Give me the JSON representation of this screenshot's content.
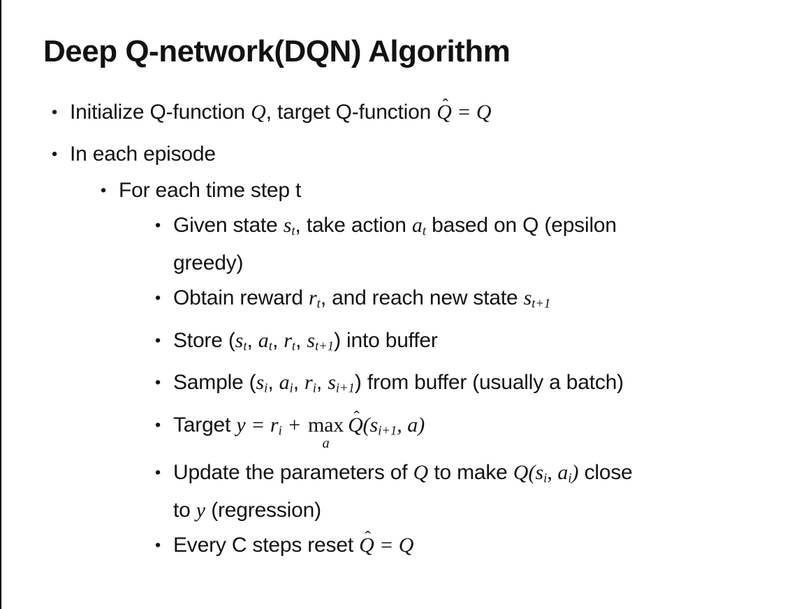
{
  "slide": {
    "title": "Deep Q-network(DQN) Algorithm",
    "bullet_char": "•",
    "hat_char": "ˆ",
    "bullets": [
      {
        "level": 1,
        "spacing": "lg",
        "segments": [
          {
            "k": "t",
            "v": "Initialize Q-function "
          },
          {
            "k": "m",
            "v": "Q"
          },
          {
            "k": "t",
            "v": ", target Q-function "
          },
          {
            "k": "hat",
            "v": "Q"
          },
          {
            "k": "m",
            "v": " = Q"
          }
        ]
      },
      {
        "level": 1,
        "spacing": "default",
        "segments": [
          {
            "k": "t",
            "v": "In each episode"
          }
        ]
      },
      {
        "level": 2,
        "spacing": "sm",
        "segments": [
          {
            "k": "t",
            "v": "For each time step t"
          }
        ]
      },
      {
        "level": 3,
        "spacing": "sm",
        "segments": [
          {
            "k": "t",
            "v": "Given state "
          },
          {
            "k": "m",
            "v": "s"
          },
          {
            "k": "sub",
            "v": "t"
          },
          {
            "k": "t",
            "v": ", take action "
          },
          {
            "k": "m",
            "v": "a"
          },
          {
            "k": "sub",
            "v": "t"
          },
          {
            "k": "t",
            "v": " based on Q (epsilon"
          },
          {
            "k": "br"
          },
          {
            "k": "t",
            "v": "greedy)"
          }
        ]
      },
      {
        "level": 3,
        "spacing": "default",
        "segments": [
          {
            "k": "t",
            "v": "Obtain reward "
          },
          {
            "k": "m",
            "v": "r"
          },
          {
            "k": "sub",
            "v": "t"
          },
          {
            "k": "t",
            "v": ", and reach new state "
          },
          {
            "k": "m",
            "v": "s"
          },
          {
            "k": "sub",
            "v": "t+1"
          }
        ]
      },
      {
        "level": 3,
        "spacing": "default",
        "segments": [
          {
            "k": "t",
            "v": "Store ("
          },
          {
            "k": "m",
            "v": "s"
          },
          {
            "k": "sub",
            "v": "t"
          },
          {
            "k": "t",
            "v": ", "
          },
          {
            "k": "m",
            "v": "a"
          },
          {
            "k": "sub",
            "v": "t"
          },
          {
            "k": "t",
            "v": ", "
          },
          {
            "k": "m",
            "v": "r"
          },
          {
            "k": "sub",
            "v": "t"
          },
          {
            "k": "t",
            "v": ", "
          },
          {
            "k": "m",
            "v": "s"
          },
          {
            "k": "sub",
            "v": "t+1"
          },
          {
            "k": "t",
            "v": ") into buffer"
          }
        ]
      },
      {
        "level": 3,
        "spacing": "default",
        "segments": [
          {
            "k": "t",
            "v": "Sample ("
          },
          {
            "k": "m",
            "v": "s"
          },
          {
            "k": "sub",
            "v": "i"
          },
          {
            "k": "t",
            "v": ", "
          },
          {
            "k": "m",
            "v": "a"
          },
          {
            "k": "sub",
            "v": "i"
          },
          {
            "k": "t",
            "v": ", "
          },
          {
            "k": "m",
            "v": "r"
          },
          {
            "k": "sub",
            "v": "i"
          },
          {
            "k": "t",
            "v": ", "
          },
          {
            "k": "m",
            "v": "s"
          },
          {
            "k": "sub",
            "v": "i+1"
          },
          {
            "k": "t",
            "v": ") from buffer (usually a batch)"
          }
        ]
      },
      {
        "level": 3,
        "spacing": "default",
        "segments": [
          {
            "k": "t",
            "v": "Target "
          },
          {
            "k": "m",
            "v": "y"
          },
          {
            "k": "m",
            "v": " = "
          },
          {
            "k": "m",
            "v": "r"
          },
          {
            "k": "sub",
            "v": "i"
          },
          {
            "k": "m",
            "v": " + "
          },
          {
            "k": "munder",
            "v": "max",
            "u": "a"
          },
          {
            "k": "hat",
            "v": "Q"
          },
          {
            "k": "m",
            "v": "("
          },
          {
            "k": "m",
            "v": "s"
          },
          {
            "k": "sub",
            "v": "i+1"
          },
          {
            "k": "m",
            "v": ", a)"
          }
        ]
      },
      {
        "level": 3,
        "spacing": "sm",
        "segments": [
          {
            "k": "t",
            "v": "Update the parameters of "
          },
          {
            "k": "m",
            "v": "Q"
          },
          {
            "k": "t",
            "v": " to make "
          },
          {
            "k": "m",
            "v": "Q(s"
          },
          {
            "k": "sub",
            "v": "i"
          },
          {
            "k": "m",
            "v": ", a"
          },
          {
            "k": "sub",
            "v": "i"
          },
          {
            "k": "m",
            "v": ")"
          },
          {
            "k": "t",
            "v": " close"
          },
          {
            "k": "br"
          },
          {
            "k": "t",
            "v": "to "
          },
          {
            "k": "m",
            "v": "y"
          },
          {
            "k": "t",
            "v": " (regression)"
          }
        ]
      },
      {
        "level": 3,
        "spacing": "none",
        "segments": [
          {
            "k": "t",
            "v": "Every C steps reset "
          },
          {
            "k": "hat",
            "v": "Q"
          },
          {
            "k": "m",
            "v": " = Q"
          }
        ]
      }
    ]
  }
}
